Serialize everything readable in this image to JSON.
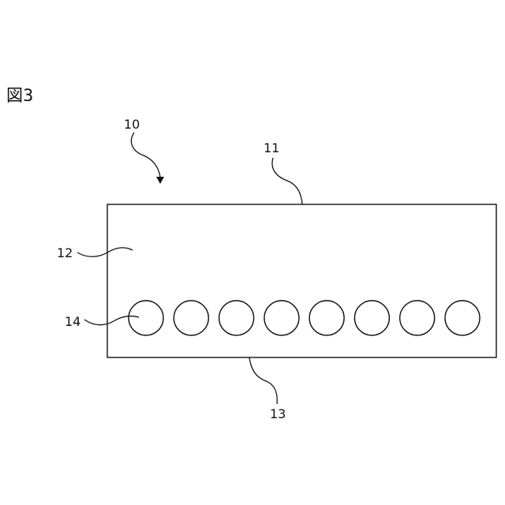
{
  "figure_label": "図3",
  "labels": {
    "assembly": "10",
    "top_edge": "11",
    "body": "12",
    "bottom_edge": "13",
    "hole": "14"
  },
  "hole_count": 8
}
